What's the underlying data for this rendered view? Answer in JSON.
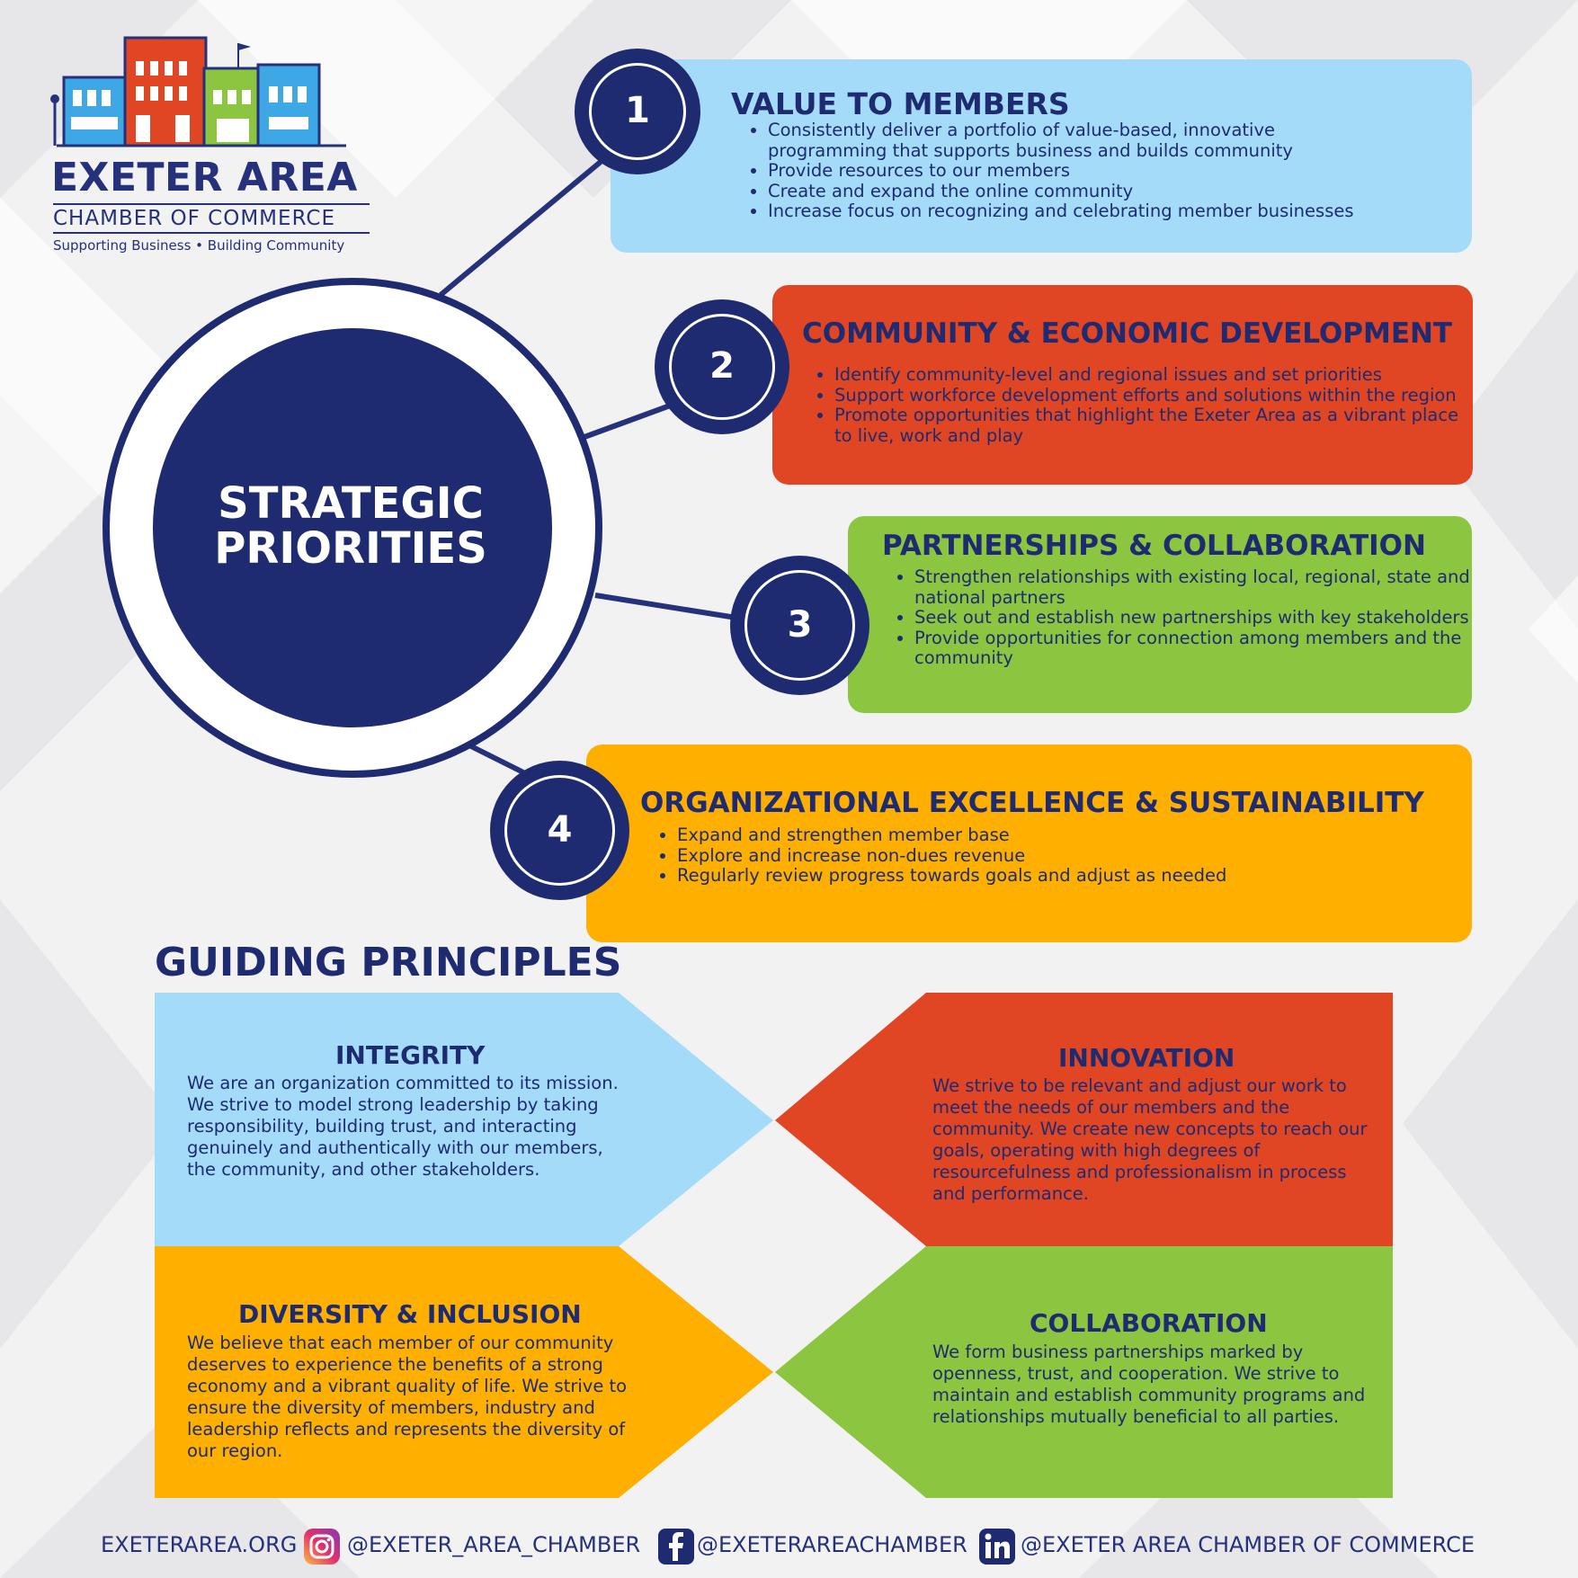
{
  "colors": {
    "navy": "#1e2b70",
    "light_blue": "#a3dbf8",
    "red": "#e04524",
    "green": "#8cc540",
    "orange": "#feaf00"
  },
  "logo": {
    "title": "EXETER AREA",
    "subtitle": "CHAMBER OF COMMERCE",
    "tagline": "Supporting Business • Building Community"
  },
  "center": {
    "line1": "STRATEGIC",
    "line2": "PRIORITIES"
  },
  "priorities": [
    {
      "number": "1",
      "title": "VALUE TO MEMBERS",
      "color": "#a3dbf8",
      "bullets": [
        "Consistently deliver a portfolio of value-based, innovative programming that supports business and builds community",
        "Provide resources to our members",
        "Create and expand the online community",
        "Increase focus on recognizing and celebrating member businesses"
      ]
    },
    {
      "number": "2",
      "title": "COMMUNITY & ECONOMIC DEVELOPMENT",
      "color": "#e04524",
      "bullets": [
        "Identify community-level and regional issues and set priorities",
        "Support workforce development efforts and solutions within the region",
        "Promote opportunities that highlight the Exeter Area as a vibrant place to live, work and play"
      ]
    },
    {
      "number": "3",
      "title": "PARTNERSHIPS & COLLABORATION",
      "color": "#8cc540",
      "bullets": [
        "Strengthen relationships with existing local, regional, state and national partners",
        "Seek out and establish new partnerships with key stakeholders",
        "Provide opportunities for connection among members and the community"
      ]
    },
    {
      "number": "4",
      "title": "ORGANIZATIONAL EXCELLENCE & SUSTAINABILITY",
      "color": "#feaf00",
      "bullets": [
        "Expand and strengthen member base",
        "Explore and increase non-dues revenue",
        "Regularly review progress towards goals and adjust as needed"
      ]
    }
  ],
  "guiding": {
    "title": "GUIDING PRINCIPLES",
    "principles": [
      {
        "title": "INTEGRITY",
        "text": "We are an organization committed to its mission. We strive to model strong leadership by taking responsibility, building trust, and interacting genuinely and authentically with our members, the community, and other stakeholders."
      },
      {
        "title": "INNOVATION",
        "text": "We strive to be relevant and adjust our work to meet the needs of our members and the community. We create new concepts to reach our goals, operating with high degrees of resourcefulness and professionalism in process and performance."
      },
      {
        "title": "DIVERSITY & INCLUSION",
        "text": "We believe that each member of our community deserves to experience the benefits of a strong economy and a vibrant quality of life. We strive to ensure the diversity of members, industry and leadership reflects and represents the diversity of our region."
      },
      {
        "title": "COLLABORATION",
        "text": "We form business partnerships marked by openness, trust, and cooperation. We strive to maintain and establish community programs and relationships mutually beneficial to all parties."
      }
    ]
  },
  "footer": {
    "website": "EXETERAREA.ORG",
    "instagram": "@EXETER_AREA_CHAMBER",
    "instagram_icon": "instagram-icon",
    "facebook": "@EXETERAREACHAMBER",
    "facebook_icon": "facebook-icon",
    "linkedin": "@EXETER AREA CHAMBER OF COMMERCE",
    "linkedin_icon": "linkedin-icon"
  }
}
